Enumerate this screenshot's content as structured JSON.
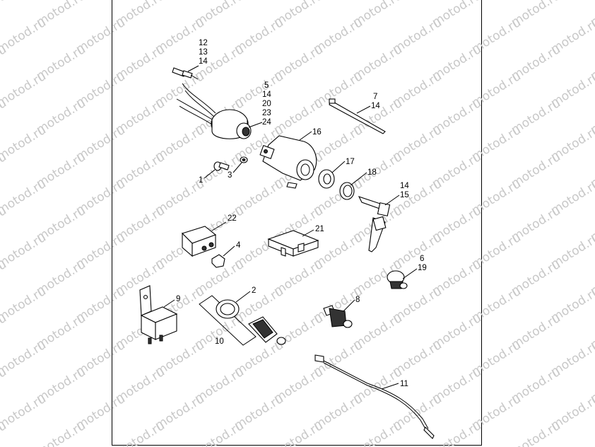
{
  "watermark": "motod.ru",
  "callouts": [
    {
      "id": "c-12-13-14",
      "lines": [
        "12",
        "13",
        "14"
      ]
    },
    {
      "id": "c-5-group",
      "lines": [
        "5",
        "14",
        "20",
        "23",
        "24"
      ]
    },
    {
      "id": "c-7-14",
      "lines": [
        "7",
        "14"
      ]
    },
    {
      "id": "c-16",
      "lines": [
        "16"
      ]
    },
    {
      "id": "c-17",
      "lines": [
        "17"
      ]
    },
    {
      "id": "c-18",
      "lines": [
        "18"
      ]
    },
    {
      "id": "c-14-15",
      "lines": [
        "14",
        "15"
      ]
    },
    {
      "id": "c-1",
      "lines": [
        "1"
      ]
    },
    {
      "id": "c-3",
      "lines": [
        "3"
      ]
    },
    {
      "id": "c-22",
      "lines": [
        "22"
      ]
    },
    {
      "id": "c-21",
      "lines": [
        "21"
      ]
    },
    {
      "id": "c-4",
      "lines": [
        "4"
      ]
    },
    {
      "id": "c-6-19",
      "lines": [
        "6",
        "19"
      ]
    },
    {
      "id": "c-9",
      "lines": [
        "9"
      ]
    },
    {
      "id": "c-2",
      "lines": [
        "2"
      ]
    },
    {
      "id": "c-8",
      "lines": [
        "8"
      ]
    },
    {
      "id": "c-10",
      "lines": [
        "10"
      ]
    },
    {
      "id": "c-11",
      "lines": [
        "11"
      ]
    }
  ]
}
